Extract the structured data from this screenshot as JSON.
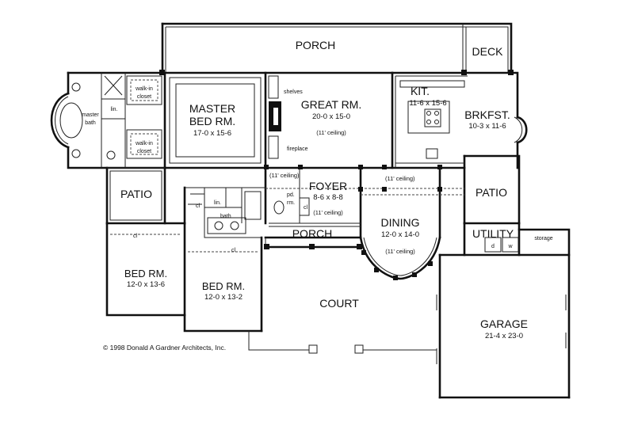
{
  "rooms": {
    "porch_top": "PORCH",
    "deck": "DECK",
    "master_bed": {
      "line1": "MASTER",
      "line2": "BED RM.",
      "dims": "17-0  x  15-6"
    },
    "great_room": {
      "name": "GREAT RM.",
      "dims": "20-0  x  15-0",
      "ceiling": "(11' ceiling)"
    },
    "kitchen": {
      "name": "KIT.",
      "dims": "11-6  x  15-6"
    },
    "breakfast": {
      "name": "BRKFST.",
      "dims": "10-3  x  11-6"
    },
    "foyer": {
      "name": "FOYER",
      "dims": "8-6  x  8-8",
      "ceiling": "(11' ceiling)"
    },
    "dining": {
      "name": "DINING",
      "dims": "12-0  x  14-0",
      "ceiling": "(11' ceiling)"
    },
    "patio_left": "PATIO",
    "patio_right": "PATIO",
    "utility": "UTILITY",
    "storage": "storage",
    "porch_front": "PORCH",
    "court": "COURT",
    "bed_1": {
      "name": "BED RM.",
      "dims": "12-0  x  13-6"
    },
    "bed_2": {
      "name": "BED RM.",
      "dims": "12-0  x  13-2"
    },
    "garage": {
      "name": "GARAGE",
      "dims": "21-4  x  23-0"
    }
  },
  "notes": {
    "master_bath": [
      "master",
      "bath"
    ],
    "walk_in_closet": [
      "walk-in",
      "closet"
    ],
    "lin": "lin.",
    "shelves": "shelves",
    "fireplace": "fireplace",
    "hall_ceiling_left": "(11' ceiling)",
    "hall_ceiling_right": "(11' ceiling)",
    "pd_rm": [
      "pd.",
      "rm."
    ],
    "cl": "cl",
    "bath": "bath",
    "d": "d",
    "w": "w"
  },
  "copyright": "© 1998   Donald A Gardner Architects, Inc."
}
